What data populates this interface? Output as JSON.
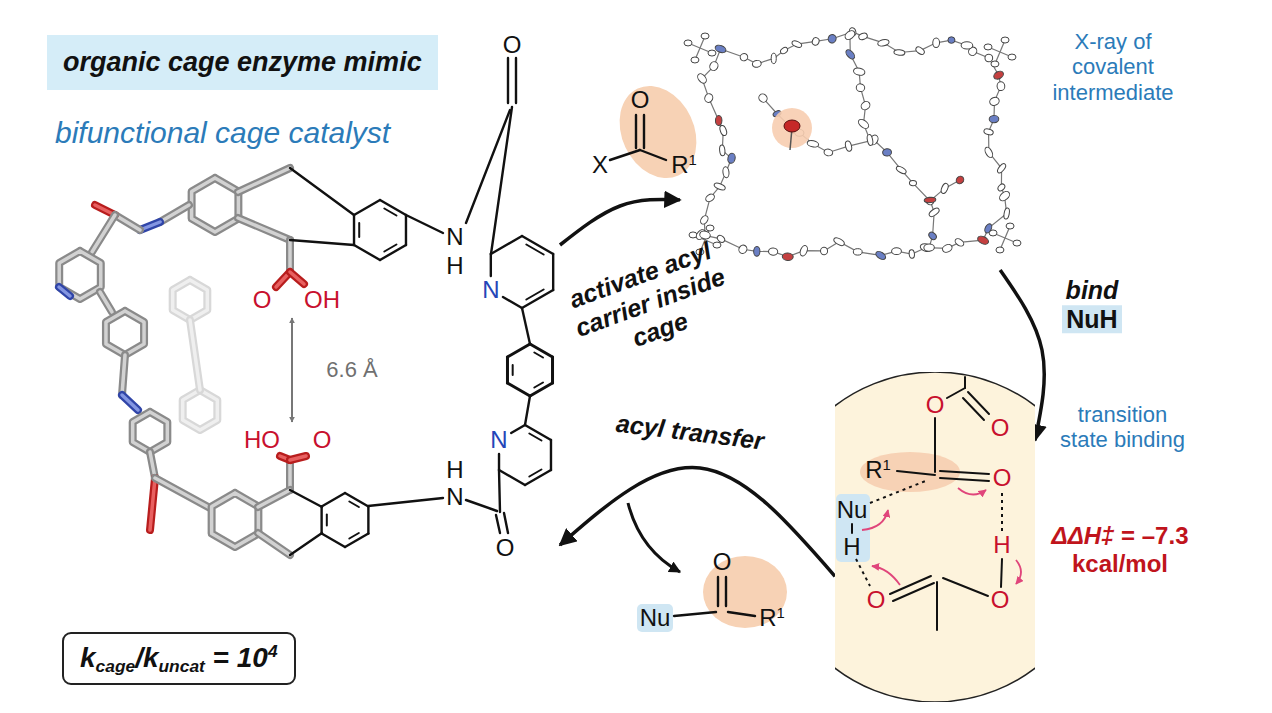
{
  "diagram": {
    "title": "organic cage enzyme mimic",
    "nodes": [
      {
        "text": [
          "bifunctional cage catalyst"
        ]
      },
      {
        "text": [
          "X-ray of covalent intermediate"
        ]
      },
      {
        "text": [
          "transition state binding",
          "ΔΔH‡ = –7.3 kcal/mol"
        ]
      },
      {
        "text": [
          "kcage/kuncat = 104"
        ]
      }
    ],
    "edges": [
      {
        "from": 0,
        "to": 1,
        "arrow": "to",
        "label": "activate acyl carrier inside cage"
      },
      {
        "from": 1,
        "to": 2,
        "arrow": "to",
        "label": "bind NuH"
      },
      {
        "from": 2,
        "to": 0,
        "arrow": "to",
        "label": "acyl transfer"
      }
    ],
    "labels": [
      "O",
      "OH",
      "6.6 Å",
      "HO",
      "O",
      "O",
      "N",
      "H",
      "N",
      "N",
      "H",
      "N",
      "O",
      "O",
      "X",
      "R1",
      "O",
      "O",
      "R1",
      "O",
      "Nu",
      "H",
      "H",
      "O",
      "O",
      "Nu",
      "O",
      "R1"
    ]
  }
}
